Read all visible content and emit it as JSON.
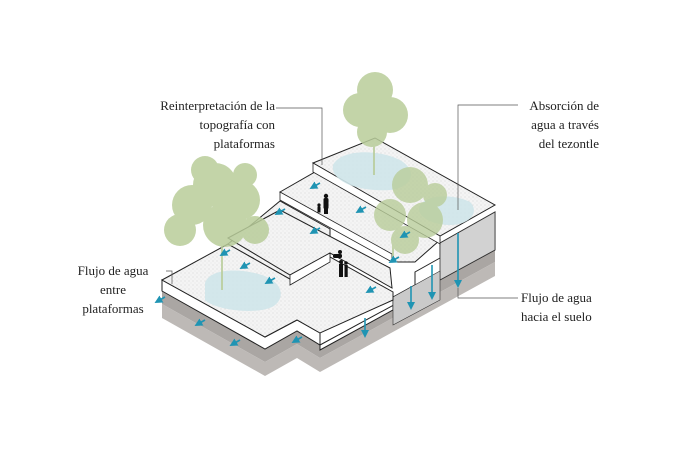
{
  "labels": {
    "topography": [
      "Reinterpretación de la",
      "topografía con",
      "plataformas"
    ],
    "absorption": [
      "Absorción de",
      "agua a través",
      "del tezontle"
    ],
    "flow_between": [
      "Flujo de agua",
      "entre",
      "plataformas"
    ],
    "flow_ground": [
      "Flujo de agua",
      "hacia el suelo"
    ]
  },
  "colors": {
    "water": "#cfe6ea",
    "tree": "#b9cd9a",
    "arrow": "#1f94b3",
    "ground": "#aaa6a3",
    "slab": "#f3f3f3"
  }
}
